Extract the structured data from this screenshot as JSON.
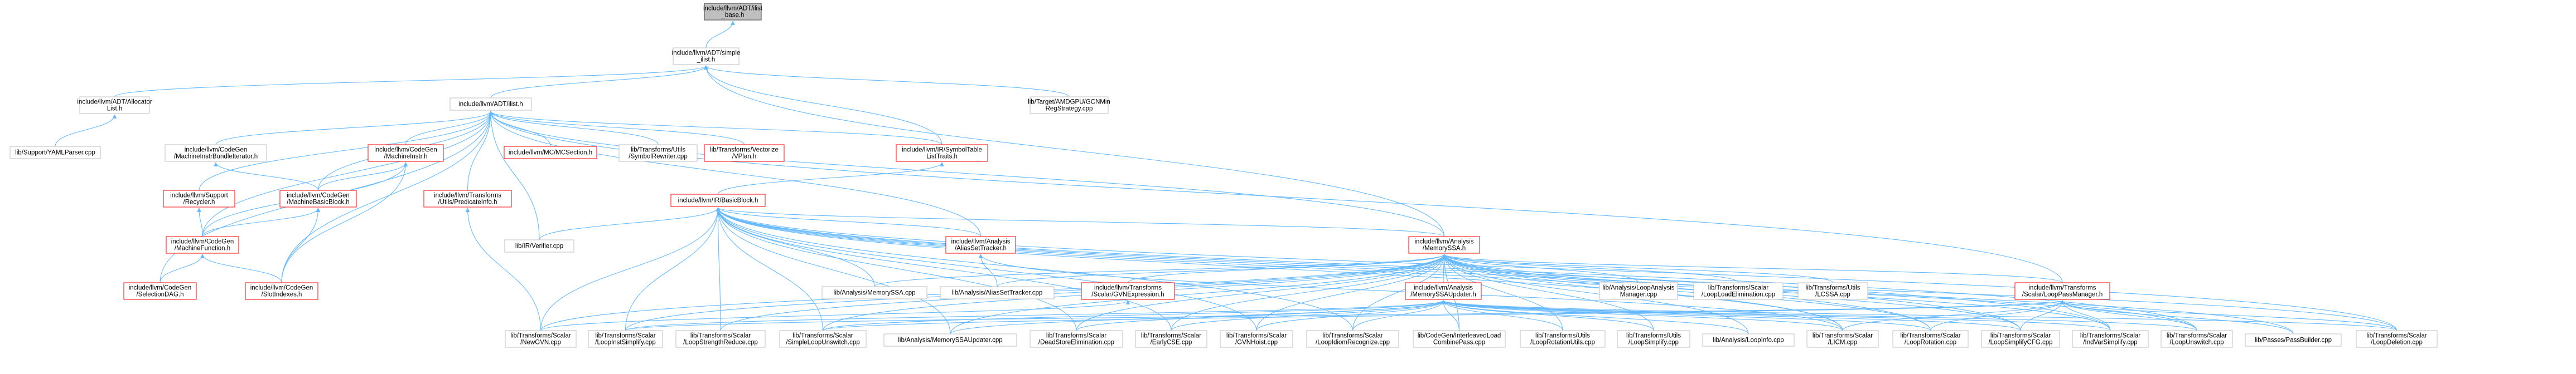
{
  "theme": {
    "edge_color": "#63B8FF",
    "root_fill": "#BFBFBF",
    "root_border": "#404040",
    "node_fill": "#FFFFFF",
    "node_border": "#BFBFBF",
    "truncated_border": "#FF0000"
  },
  "nodes": [
    {
      "id": "ilist_base",
      "lines": [
        "include/llvm/ADT/ilist",
        "_base.h"
      ],
      "style": "root"
    },
    {
      "id": "simple_ilist",
      "lines": [
        "include/llvm/ADT/simple",
        "_ilist.h"
      ],
      "style": "normal"
    },
    {
      "id": "allocator_list",
      "lines": [
        "include/llvm/ADT/Allocator",
        "List.h"
      ],
      "style": "normal"
    },
    {
      "id": "yamlparser",
      "lines": [
        "lib/Support/YAMLParser.cpp"
      ],
      "style": "normal"
    },
    {
      "id": "ilist",
      "lines": [
        "include/llvm/ADT/ilist.h"
      ],
      "style": "normal"
    },
    {
      "id": "amdgpu_regstrategy",
      "lines": [
        "lib/Target/AMDGPU/GCNMin",
        "RegStrategy.cpp"
      ],
      "style": "normal"
    },
    {
      "id": "mi_bundle_iter",
      "lines": [
        "include/llvm/CodeGen",
        "/MachineInstrBundleIterator.h"
      ],
      "style": "normal"
    },
    {
      "id": "machineinstr",
      "lines": [
        "include/llvm/CodeGen",
        "/MachineInstr.h"
      ],
      "style": "truncated"
    },
    {
      "id": "mcsection",
      "lines": [
        "include/llvm/MC/MCSection.h"
      ],
      "style": "truncated"
    },
    {
      "id": "symbol_rewriter",
      "lines": [
        "lib/Transforms/Utils",
        "/SymbolRewriter.cpp"
      ],
      "style": "normal"
    },
    {
      "id": "vplan",
      "lines": [
        "lib/Transforms/Vectorize",
        "/VPlan.h"
      ],
      "style": "truncated"
    },
    {
      "id": "symtab_traits",
      "lines": [
        "include/llvm/IR/SymbolTable",
        "ListTraits.h"
      ],
      "style": "truncated"
    },
    {
      "id": "recycler",
      "lines": [
        "include/llvm/Support",
        "/Recycler.h"
      ],
      "style": "truncated"
    },
    {
      "id": "machine_bb",
      "lines": [
        "include/llvm/CodeGen",
        "/MachineBasicBlock.h"
      ],
      "style": "truncated"
    },
    {
      "id": "predicateinfo",
      "lines": [
        "include/llvm/Transforms",
        "/Utils/PredicateInfo.h"
      ],
      "style": "truncated"
    },
    {
      "id": "basicblock",
      "lines": [
        "include/llvm/IR/BasicBlock.h"
      ],
      "style": "truncated"
    },
    {
      "id": "machine_function",
      "lines": [
        "include/llvm/CodeGen",
        "/MachineFunction.h"
      ],
      "style": "truncated"
    },
    {
      "id": "verifier",
      "lines": [
        "lib/IR/Verifier.cpp"
      ],
      "style": "normal"
    },
    {
      "id": "alias_set_tracker_h",
      "lines": [
        "include/llvm/Analysis",
        "/AliasSetTracker.h"
      ],
      "style": "truncated"
    },
    {
      "id": "memoryssa_h",
      "lines": [
        "include/llvm/Analysis",
        "/MemorySSA.h"
      ],
      "style": "truncated"
    },
    {
      "id": "selection_dag",
      "lines": [
        "include/llvm/CodeGen",
        "/SelectionDAG.h"
      ],
      "style": "truncated"
    },
    {
      "id": "slot_indexes",
      "lines": [
        "include/llvm/CodeGen",
        "/SlotIndexes.h"
      ],
      "style": "truncated"
    },
    {
      "id": "memoryssa_cpp",
      "lines": [
        "lib/Analysis/MemorySSA.cpp"
      ],
      "style": "normal"
    },
    {
      "id": "alias_set_tracker_cpp",
      "lines": [
        "lib/Analysis/AliasSetTracker.cpp"
      ],
      "style": "normal"
    },
    {
      "id": "gvnexpression",
      "lines": [
        "include/llvm/Transforms",
        "/Scalar/GVNExpression.h"
      ],
      "style": "truncated"
    },
    {
      "id": "memoryssa_updater_h",
      "lines": [
        "include/llvm/Analysis",
        "/MemorySSAUpdater.h"
      ],
      "style": "truncated"
    },
    {
      "id": "loop_analysis_mgr",
      "lines": [
        "lib/Analysis/LoopAnalysis",
        "Manager.cpp"
      ],
      "style": "normal"
    },
    {
      "id": "loop_load_elim",
      "lines": [
        "lib/Transforms/Scalar",
        "/LoopLoadElimination.cpp"
      ],
      "style": "normal"
    },
    {
      "id": "lcssa",
      "lines": [
        "lib/Transforms/Utils",
        "/LCSSA.cpp"
      ],
      "style": "normal"
    },
    {
      "id": "loop_pass_mgr",
      "lines": [
        "include/llvm/Transforms",
        "/Scalar/LoopPassManager.h"
      ],
      "style": "truncated"
    },
    {
      "id": "newgvn",
      "lines": [
        "lib/Transforms/Scalar",
        "/NewGVN.cpp"
      ],
      "style": "normal"
    },
    {
      "id": "loop_inst_simplify",
      "lines": [
        "lib/Transforms/Scalar",
        "/LoopInstSimplify.cpp"
      ],
      "style": "normal"
    },
    {
      "id": "loop_strength_reduce",
      "lines": [
        "lib/Transforms/Scalar",
        "/LoopStrengthReduce.cpp"
      ],
      "style": "normal"
    },
    {
      "id": "simple_loop_unswitch",
      "lines": [
        "lib/Transforms/Scalar",
        "/SimpleLoopUnswitch.cpp"
      ],
      "style": "normal"
    },
    {
      "id": "memoryssa_updater_cpp",
      "lines": [
        "lib/Analysis/MemorySSAUpdater.cpp"
      ],
      "style": "normal"
    },
    {
      "id": "dse",
      "lines": [
        "lib/Transforms/Scalar",
        "/DeadStoreElimination.cpp"
      ],
      "style": "normal"
    },
    {
      "id": "early_cse",
      "lines": [
        "lib/Transforms/Scalar",
        "/EarlyCSE.cpp"
      ],
      "style": "normal"
    },
    {
      "id": "gvn_hoist",
      "lines": [
        "lib/Transforms/Scalar",
        "/GVNHoist.cpp"
      ],
      "style": "normal"
    },
    {
      "id": "loop_idiom",
      "lines": [
        "lib/Transforms/Scalar",
        "/LoopIdiomRecognize.cpp"
      ],
      "style": "normal"
    },
    {
      "id": "interleaved_load",
      "lines": [
        "lib/CodeGen/InterleavedLoad",
        "CombinePass.cpp"
      ],
      "style": "normal"
    },
    {
      "id": "loop_rotation_utils",
      "lines": [
        "lib/Transforms/Utils",
        "/LoopRotationUtils.cpp"
      ],
      "style": "normal"
    },
    {
      "id": "loop_simplify",
      "lines": [
        "lib/Transforms/Utils",
        "/LoopSimplify.cpp"
      ],
      "style": "normal"
    },
    {
      "id": "loop_info",
      "lines": [
        "lib/Analysis/LoopInfo.cpp"
      ],
      "style": "normal"
    },
    {
      "id": "licm",
      "lines": [
        "lib/Transforms/Scalar",
        "/LICM.cpp"
      ],
      "style": "normal"
    },
    {
      "id": "loop_rotation",
      "lines": [
        "lib/Transforms/Scalar",
        "/LoopRotation.cpp"
      ],
      "style": "normal"
    },
    {
      "id": "loop_simplify_cfg",
      "lines": [
        "lib/Transforms/Scalar",
        "/LoopSimplifyCFG.cpp"
      ],
      "style": "normal"
    },
    {
      "id": "ind_var_simplify",
      "lines": [
        "lib/Transforms/Scalar",
        "/IndVarSimplify.cpp"
      ],
      "style": "normal"
    },
    {
      "id": "loop_unswitch",
      "lines": [
        "lib/Transforms/Scalar",
        "/LoopUnswitch.cpp"
      ],
      "style": "normal"
    },
    {
      "id": "pass_builder",
      "lines": [
        "lib/Passes/PassBuilder.cpp"
      ],
      "style": "normal"
    },
    {
      "id": "loop_deletion",
      "lines": [
        "lib/Transforms/Scalar",
        "/LoopDeletion.cpp"
      ],
      "style": "normal"
    }
  ],
  "edges": [
    [
      "ilist_base",
      "simple_ilist"
    ],
    [
      "simple_ilist",
      "allocator_list"
    ],
    [
      "simple_ilist",
      "ilist"
    ],
    [
      "simple_ilist",
      "amdgpu_regstrategy"
    ],
    [
      "simple_ilist",
      "symtab_traits"
    ],
    [
      "simple_ilist",
      "memoryssa_h"
    ],
    [
      "allocator_list",
      "yamlparser"
    ],
    [
      "ilist",
      "mi_bundle_iter"
    ],
    [
      "ilist",
      "machineinstr"
    ],
    [
      "ilist",
      "mcsection"
    ],
    [
      "ilist",
      "symbol_rewriter"
    ],
    [
      "ilist",
      "vplan"
    ],
    [
      "ilist",
      "symtab_traits"
    ],
    [
      "ilist",
      "recycler"
    ],
    [
      "ilist",
      "machine_bb"
    ],
    [
      "ilist",
      "predicateinfo"
    ],
    [
      "ilist",
      "machine_function"
    ],
    [
      "ilist",
      "verifier"
    ],
    [
      "ilist",
      "alias_set_tracker_h"
    ],
    [
      "ilist",
      "memoryssa_h"
    ],
    [
      "ilist",
      "selection_dag"
    ],
    [
      "ilist",
      "slot_indexes"
    ],
    [
      "ilist",
      "loop_pass_mgr"
    ],
    [
      "mi_bundle_iter",
      "machine_bb"
    ],
    [
      "machineinstr",
      "machine_bb"
    ],
    [
      "machineinstr",
      "machine_function"
    ],
    [
      "machineinstr",
      "slot_indexes"
    ],
    [
      "symtab_traits",
      "basicblock"
    ],
    [
      "recycler",
      "machine_function"
    ],
    [
      "machine_bb",
      "machine_function"
    ],
    [
      "machine_bb",
      "slot_indexes"
    ],
    [
      "predicateinfo",
      "newgvn"
    ],
    [
      "machine_function",
      "selection_dag"
    ],
    [
      "machine_function",
      "slot_indexes"
    ],
    [
      "basicblock",
      "verifier"
    ],
    [
      "basicblock",
      "alias_set_tracker_h"
    ],
    [
      "basicblock",
      "memoryssa_h"
    ],
    [
      "basicblock",
      "memoryssa_cpp"
    ],
    [
      "basicblock",
      "newgvn"
    ],
    [
      "basicblock",
      "loop_inst_simplify"
    ],
    [
      "basicblock",
      "loop_strength_reduce"
    ],
    [
      "basicblock",
      "simple_loop_unswitch"
    ],
    [
      "basicblock",
      "memoryssa_updater_cpp"
    ],
    [
      "basicblock",
      "dse"
    ],
    [
      "basicblock",
      "early_cse"
    ],
    [
      "basicblock",
      "gvn_hoist"
    ],
    [
      "basicblock",
      "loop_idiom"
    ],
    [
      "basicblock",
      "licm"
    ],
    [
      "basicblock",
      "loop_rotation"
    ],
    [
      "basicblock",
      "loop_simplify_cfg"
    ],
    [
      "basicblock",
      "ind_var_simplify"
    ],
    [
      "basicblock",
      "loop_unswitch"
    ],
    [
      "basicblock",
      "loop_deletion"
    ],
    [
      "alias_set_tracker_h",
      "alias_set_tracker_cpp"
    ],
    [
      "alias_set_tracker_h",
      "licm"
    ],
    [
      "memoryssa_h",
      "memoryssa_cpp"
    ],
    [
      "memoryssa_h",
      "alias_set_tracker_cpp"
    ],
    [
      "memoryssa_h",
      "gvnexpression"
    ],
    [
      "memoryssa_h",
      "memoryssa_updater_h"
    ],
    [
      "memoryssa_h",
      "loop_analysis_mgr"
    ],
    [
      "memoryssa_h",
      "loop_load_elim"
    ],
    [
      "memoryssa_h",
      "lcssa"
    ],
    [
      "memoryssa_h",
      "loop_pass_mgr"
    ],
    [
      "memoryssa_h",
      "newgvn"
    ],
    [
      "memoryssa_h",
      "loop_inst_simplify"
    ],
    [
      "memoryssa_h",
      "loop_strength_reduce"
    ],
    [
      "memoryssa_h",
      "simple_loop_unswitch"
    ],
    [
      "memoryssa_h",
      "memoryssa_updater_cpp"
    ],
    [
      "memoryssa_h",
      "dse"
    ],
    [
      "memoryssa_h",
      "early_cse"
    ],
    [
      "memoryssa_h",
      "gvn_hoist"
    ],
    [
      "memoryssa_h",
      "loop_idiom"
    ],
    [
      "memoryssa_h",
      "interleaved_load"
    ],
    [
      "memoryssa_h",
      "loop_rotation_utils"
    ],
    [
      "memoryssa_h",
      "loop_simplify"
    ],
    [
      "memoryssa_h",
      "loop_info"
    ],
    [
      "memoryssa_h",
      "licm"
    ],
    [
      "memoryssa_h",
      "loop_rotation"
    ],
    [
      "memoryssa_h",
      "loop_simplify_cfg"
    ],
    [
      "memoryssa_h",
      "ind_var_simplify"
    ],
    [
      "memoryssa_h",
      "loop_unswitch"
    ],
    [
      "memoryssa_h",
      "pass_builder"
    ],
    [
      "memoryssa_h",
      "loop_deletion"
    ],
    [
      "gvnexpression",
      "newgvn"
    ],
    [
      "memoryssa_updater_h",
      "loop_inst_simplify"
    ],
    [
      "memoryssa_updater_h",
      "simple_loop_unswitch"
    ],
    [
      "memoryssa_updater_h",
      "memoryssa_updater_cpp"
    ],
    [
      "memoryssa_updater_h",
      "dse"
    ],
    [
      "memoryssa_updater_h",
      "early_cse"
    ],
    [
      "memoryssa_updater_h",
      "gvn_hoist"
    ],
    [
      "memoryssa_updater_h",
      "loop_idiom"
    ],
    [
      "memoryssa_updater_h",
      "interleaved_load"
    ],
    [
      "memoryssa_updater_h",
      "loop_rotation_utils"
    ],
    [
      "memoryssa_updater_h",
      "loop_simplify"
    ],
    [
      "memoryssa_updater_h",
      "loop_info"
    ],
    [
      "memoryssa_updater_h",
      "licm"
    ],
    [
      "memoryssa_updater_h",
      "loop_rotation"
    ],
    [
      "memoryssa_updater_h",
      "loop_simplify_cfg"
    ],
    [
      "memoryssa_updater_h",
      "ind_var_simplify"
    ],
    [
      "memoryssa_updater_h",
      "loop_unswitch"
    ],
    [
      "memoryssa_updater_h",
      "loop_deletion"
    ],
    [
      "loop_pass_mgr",
      "loop_inst_simplify"
    ],
    [
      "loop_pass_mgr",
      "simple_loop_unswitch"
    ],
    [
      "loop_pass_mgr",
      "licm"
    ],
    [
      "loop_pass_mgr",
      "loop_rotation"
    ],
    [
      "loop_pass_mgr",
      "loop_simplify_cfg"
    ],
    [
      "loop_pass_mgr",
      "ind_var_simplify"
    ],
    [
      "loop_pass_mgr",
      "loop_unswitch"
    ],
    [
      "loop_pass_mgr",
      "pass_builder"
    ],
    [
      "loop_pass_mgr",
      "loop_deletion"
    ]
  ]
}
